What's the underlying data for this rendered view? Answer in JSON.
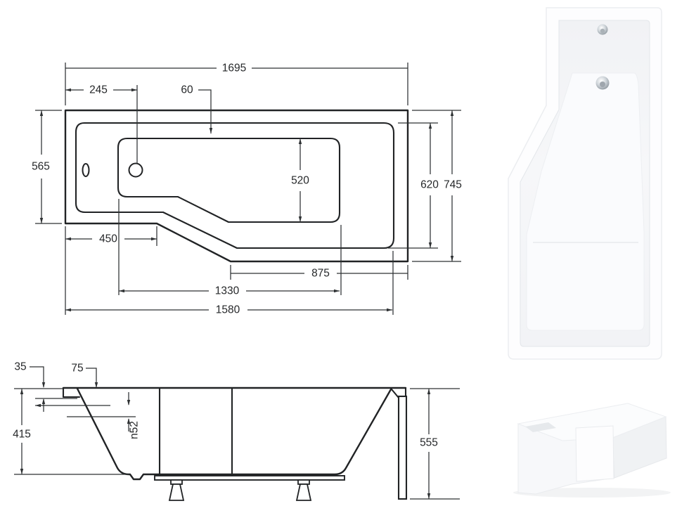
{
  "colors": {
    "background": "#ffffff",
    "line": "#212325",
    "dimension": "#2e3133",
    "text": "#26282a",
    "chrome": "#9aa2a8",
    "product_shadow": "#eef0f2"
  },
  "top_view": {
    "overall_length": "1695",
    "tap_hole_offset": "245",
    "rim_top_width": "60",
    "left_end_width": "565",
    "basin_width": "520",
    "right_inner_width": "620",
    "right_end_width": "745",
    "left_edge_length": "450",
    "shower_edge_length": "875",
    "basin_length": "1330",
    "inner_length": "1580"
  },
  "side_view": {
    "rim_lip_height": "35",
    "rim_ledge_width": "75",
    "tub_depth": "415",
    "waste_hole_diameter": "n52",
    "total_height": "555"
  },
  "icons": {
    "overflow_hole": "overflow-hole",
    "drain_hole": "drain-hole",
    "chrome_overflow": "chrome-overflow-fitting",
    "chrome_waste": "chrome-waste-fitting"
  }
}
